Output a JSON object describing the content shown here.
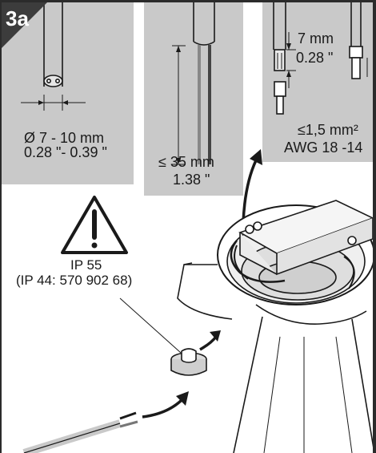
{
  "step": {
    "label": "3a"
  },
  "cable_panel": {
    "diameter_mm": "Ø 7 - 10 mm",
    "diameter_in": "0.28 \"- 0.39 \""
  },
  "length_panel": {
    "length_mm": "≤ 35 mm",
    "length_in": "1.38 \""
  },
  "strip_panel": {
    "strip_mm": "7 mm",
    "strip_in": "0.28 \"",
    "cross_section": "≤1,5 mm²",
    "awg": "AWG 18 -14"
  },
  "warning": {
    "rating": "IP 55",
    "alt_rating": "(IP 44: 570 902 68)"
  },
  "colors": {
    "panel": "#c9c9c9",
    "ink": "#1a1a1a",
    "badge": "#3c3c3c"
  }
}
